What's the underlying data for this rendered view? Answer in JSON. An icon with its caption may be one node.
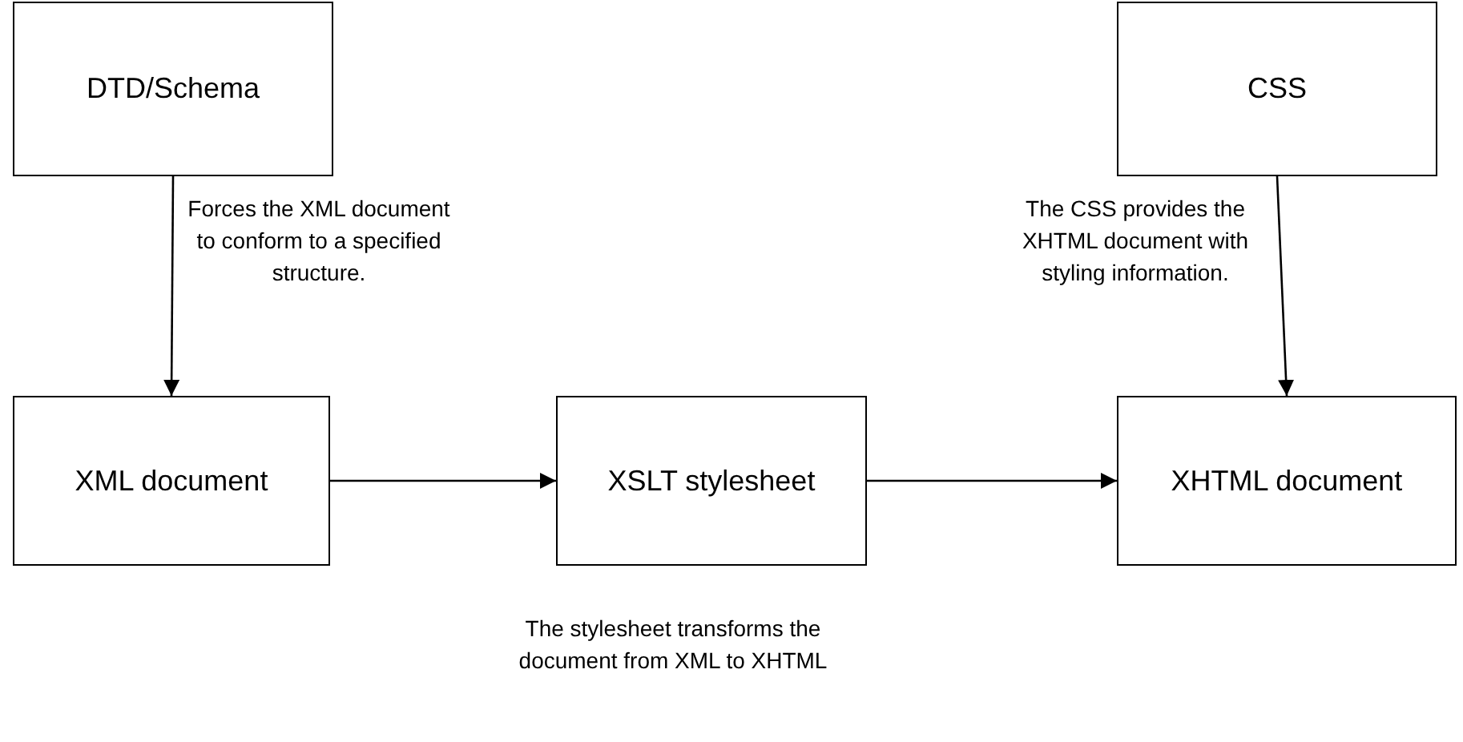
{
  "diagram": {
    "nodes": [
      {
        "text": [
          "DTD/Schema"
        ]
      },
      {
        "text": [
          "CSS"
        ]
      },
      {
        "text": [
          "XML document"
        ]
      },
      {
        "text": [
          "XSLT stylesheet"
        ]
      },
      {
        "text": [
          "XHTML document"
        ]
      }
    ],
    "edges": [
      {
        "from": 0,
        "to": 2,
        "arrow": "to",
        "label": "Forces the XML document to conform to a specified structure."
      },
      {
        "from": 1,
        "to": 4,
        "arrow": "to",
        "label": "The CSS provides the XHTML document with styling information."
      },
      {
        "from": 2,
        "to": 3,
        "arrow": "to"
      },
      {
        "from": 3,
        "to": 4,
        "arrow": "to"
      }
    ],
    "labels": [
      "The stylesheet transforms the document from XML to XHTML"
    ]
  }
}
